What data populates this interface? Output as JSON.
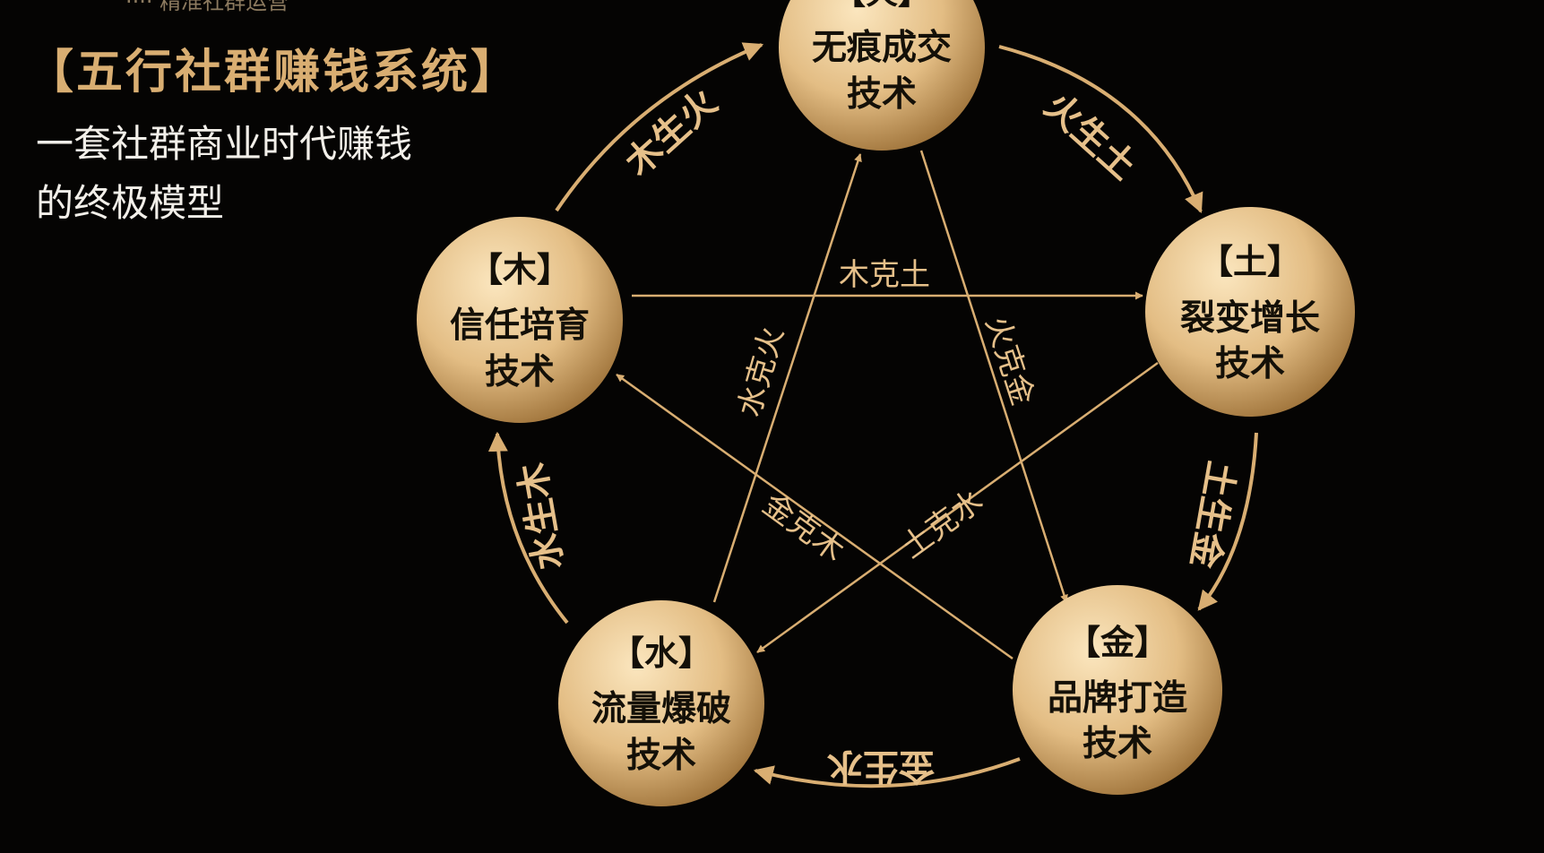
{
  "header": {
    "top_strip": "···· 精准社群运营",
    "title": "【五行社群赚钱系统】",
    "subtitle_line1": "一套社群商业时代赚钱",
    "subtitle_line2": "的终极模型"
  },
  "colors": {
    "background": "#050403",
    "gold": "#d9ae72",
    "node_dark": "#9a6e35",
    "node_light": "#fbe6be"
  },
  "nodes": {
    "fire": {
      "tag": "【火】",
      "line1": "无痕成交",
      "line2": "技术"
    },
    "earth": {
      "tag": "【土】",
      "line1": "裂变增长",
      "line2": "技术"
    },
    "metal": {
      "tag": "【金】",
      "line1": "品牌打造",
      "line2": "技术"
    },
    "water": {
      "tag": "【水】",
      "line1": "流量爆破",
      "line2": "技术"
    },
    "wood": {
      "tag": "【木】",
      "line1": "信任培育",
      "line2": "技术"
    }
  },
  "generating": {
    "wood_fire": "木生火",
    "fire_earth": "火生土",
    "earth_metal": "土生金",
    "metal_water": "金生水",
    "water_wood": "水生木"
  },
  "overcoming": {
    "wood_earth": "木克土",
    "water_fire": "水克火",
    "fire_metal": "火克金",
    "metal_wood": "金克木",
    "earth_water": "土克水"
  }
}
